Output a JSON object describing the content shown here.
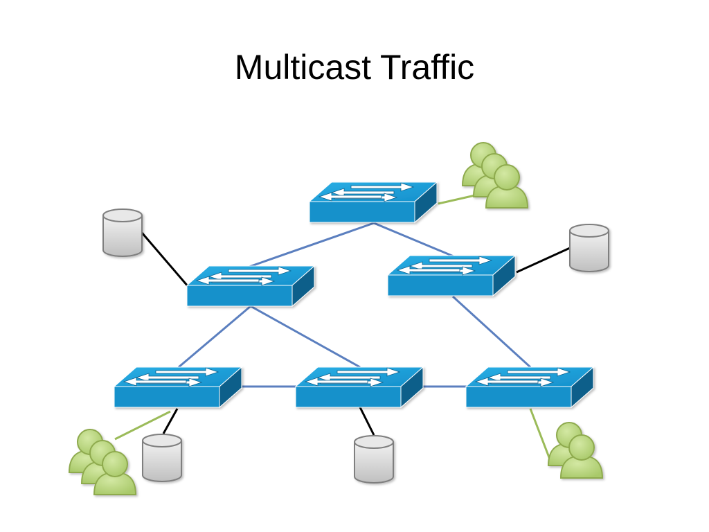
{
  "slide": {
    "title": "Multicast Traffic"
  },
  "colors": {
    "switch_top": "#1a9fd8",
    "switch_front": "#1392c9",
    "switch_side": "#0a5f8c",
    "trunk_link": "#5b7fbf",
    "host_link": "#000000",
    "user_link": "#9bbb59",
    "user_fill": "#b9d67b",
    "user_stroke": "#8eaa4e",
    "server_fill": "#d9d9d9",
    "server_stroke": "#7f7f7f"
  },
  "nodes": {
    "switches": [
      "core-switch",
      "left-distribution-switch",
      "right-distribution-switch",
      "access-switch-left",
      "access-switch-middle",
      "access-switch-right"
    ],
    "servers": [
      "server-top-left",
      "server-top-right",
      "server-bottom-left",
      "server-bottom-middle"
    ],
    "user_groups": [
      "user-group-top",
      "user-group-bottom-left",
      "user-group-bottom-right"
    ]
  }
}
